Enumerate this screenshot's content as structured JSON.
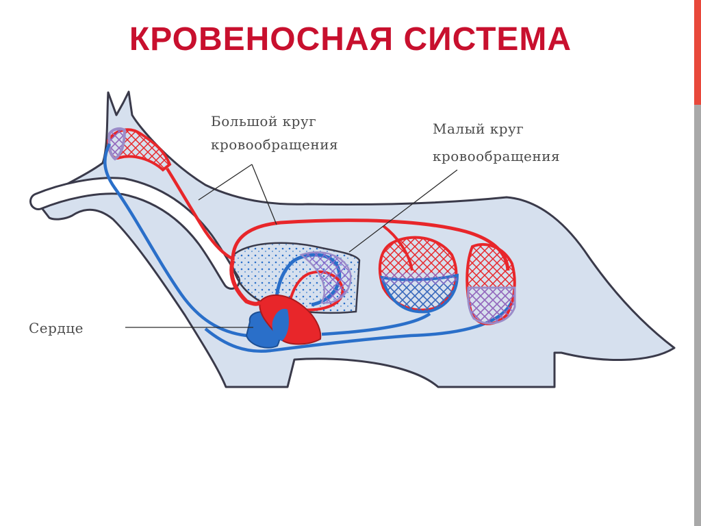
{
  "slide": {
    "title": "КРОВЕНОСНАЯ СИСТЕМА"
  },
  "figure": {
    "labels": {
      "systemic_line1": "Большой круг",
      "systemic_line2": "кровообращения",
      "pulmonary_line1": "Малый круг",
      "pulmonary_line2": "кровообращения",
      "heart": "Сердце"
    }
  },
  "colors": {
    "title": "#c8102e",
    "accent_top": "#e8483b",
    "accent_bottom": "#a9a9a9",
    "body_fill": "#d6e0ee",
    "outline": "#3a3a4a",
    "arterial": "#e8262a",
    "venous": "#2a6fc9",
    "mixed": "#9b8cc9",
    "label_text": "#4a4a4a"
  }
}
